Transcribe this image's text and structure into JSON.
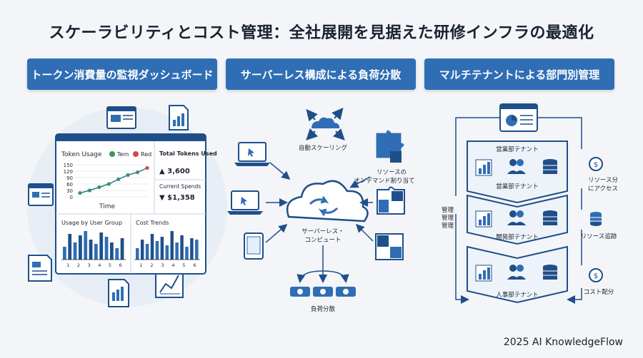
{
  "title": "スケーラビリティとコスト管理：全社展開を見据えた研修インフラの最適化",
  "columns": [
    {
      "header": "トークン消費量の監視ダッシュボード"
    },
    {
      "header": "サーバーレス構成による負荷分散"
    },
    {
      "header": "マルチテナントによる部門別管理"
    }
  ],
  "dashboard": {
    "token_usage": {
      "title": "Token Usage",
      "legend": [
        "Tem",
        "Red"
      ],
      "y_ticks": [
        "150",
        "120",
        "90",
        "60",
        "30",
        "0"
      ],
      "x_label": "Time"
    },
    "total_tokens_label": "Total Tokens Used",
    "total_tokens_value": "▲ 3,600",
    "current_spends_label": "Current Spends",
    "current_spends_value": "▼ $1,358",
    "usage_by_group": {
      "title": "Usage by User Group",
      "x_ticks": [
        "1",
        "2",
        "3",
        "4",
        "5",
        "6"
      ]
    },
    "cost_trends": {
      "title": "Cost Trends",
      "x_ticks": [
        "1",
        "2",
        "3",
        "4",
        "5",
        "6"
      ]
    }
  },
  "serverless": {
    "autoscaling": "自動スケーリング",
    "resource_on_demand_line1": "リソースの",
    "resource_on_demand_line2": "オンデマンド割り当て",
    "compute_line1": "サーバーレス・",
    "compute_line2": "コンピュート",
    "load_balancing": "負荷分散"
  },
  "tenants": {
    "mgmt_labels": [
      "管理",
      "管理",
      "管理"
    ],
    "items": [
      {
        "header": "営業部テナント",
        "label": "営業部テナント"
      },
      {
        "label": "開発部テナント"
      },
      {
        "label": "人事部テナント"
      }
    ],
    "right_labels": [
      {
        "line1": "リソース分",
        "line2": "にアクセス"
      },
      {
        "line1": "リソース追跡"
      },
      {
        "line1": "コスト配分"
      }
    ]
  },
  "footer": "2025 AI KnowledgeFlow",
  "colors": {
    "accent": "#2f6eb5",
    "dark_blue": "#1f4f8a",
    "red": "#d9473f",
    "green": "#3a9a4f"
  },
  "chart_data": [
    {
      "type": "line",
      "title": "Token Usage",
      "xlabel": "Time",
      "series": [
        {
          "name": "Tem",
          "values": [
            18,
            30,
            45,
            60,
            82,
            102,
            115,
            135
          ]
        }
      ],
      "ylim": [
        0,
        150
      ]
    },
    {
      "type": "bar",
      "title": "Usage by User Group",
      "categories": [
        "1",
        "2",
        "3",
        "4",
        "5",
        "6"
      ],
      "values": [
        0.45,
        0.9,
        0.6,
        0.85,
        1.0,
        0.7,
        0.55,
        0.95,
        0.8,
        0.6,
        0.4,
        0.75
      ]
    },
    {
      "type": "bar",
      "title": "Cost Trends",
      "categories": [
        "1",
        "2",
        "3",
        "4",
        "5",
        "6"
      ],
      "values": [
        0.4,
        0.7,
        0.55,
        0.9,
        0.65,
        0.8,
        0.5,
        1.0,
        0.6,
        0.85,
        0.45,
        0.75,
        0.7
      ]
    }
  ]
}
